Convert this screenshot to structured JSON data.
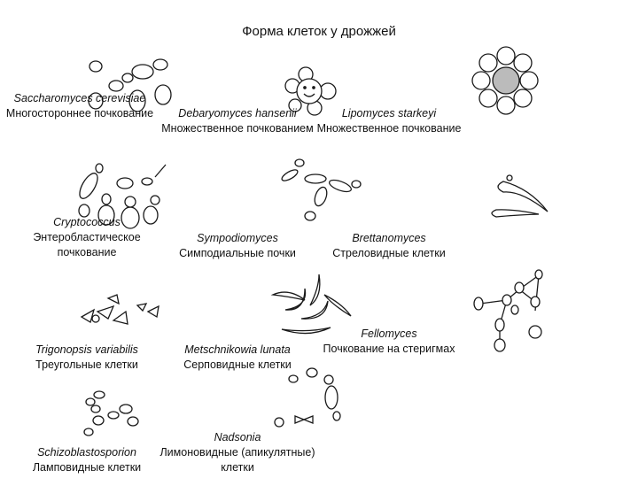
{
  "title": "Форма клеток у дрожжей",
  "items": [
    {
      "species": "Saccharomyces cerevisiae",
      "desc": "Многостороннее почкование"
    },
    {
      "species": "Debaryomyces hansenii",
      "desc": "Множественное почкованием"
    },
    {
      "species": "Lipomyces starkeyi",
      "desc": "Множественное почкование"
    },
    {
      "species": "Cryptococcus",
      "desc": "Энтеробластическое почкование"
    },
    {
      "species": "Sympodiomyces",
      "desc": "Симподиальные почки"
    },
    {
      "species": "Brettanomyces",
      "desc": "Стреловидные клетки"
    },
    {
      "species": "Trigonopsis variabilis",
      "desc": "Треугольные клетки"
    },
    {
      "species": "Metschnikowia lunata",
      "desc": "Серповидные клетки"
    },
    {
      "species": "Fellomyces",
      "desc": "Почкование на стеригмах"
    },
    {
      "species": "Schizoblastosporion",
      "desc": "Ламповидные клетки"
    },
    {
      "species": "Nadsonia",
      "desc": "Лимоновидные (апикулятные) клетки"
    }
  ]
}
